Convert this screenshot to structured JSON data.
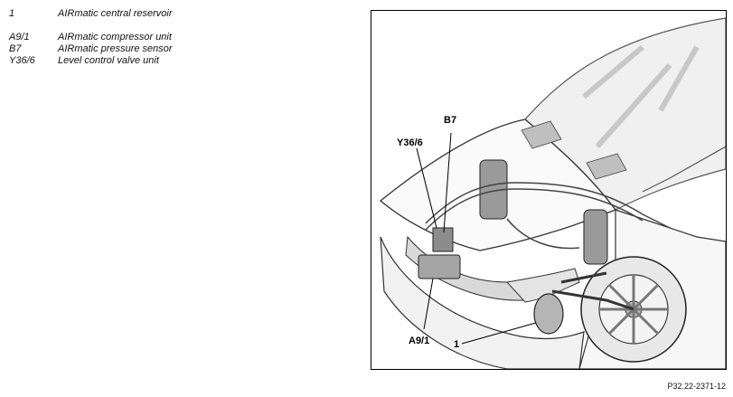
{
  "legend": [
    {
      "code": "1",
      "description": "AIRmatic central reservoir"
    },
    {
      "code": "A9/1",
      "description": "AIRmatic compressor unit"
    },
    {
      "code": "B7",
      "description": "AIRmatic pressure sensor"
    },
    {
      "code": "Y36/6",
      "description": "Level control valve unit"
    }
  ],
  "figure": {
    "callouts": {
      "b7": "B7",
      "y36_6": "Y36/6",
      "a9_1": "A9/1",
      "one": "1"
    },
    "reference": "P32.22-2371-12"
  }
}
